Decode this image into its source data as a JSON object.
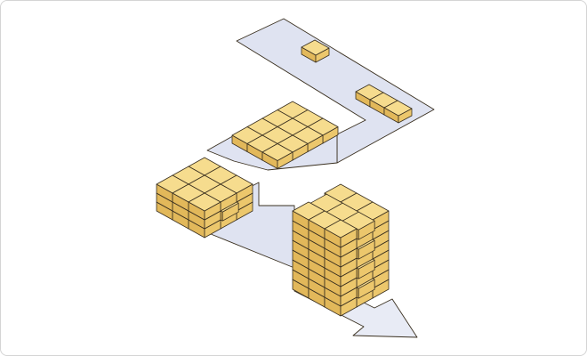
{
  "colors": {
    "box_top": "#f6dc8e",
    "box_side": "#ecc76c",
    "box_front": "#e2b85a",
    "outline": "#3a3020",
    "conveyor": "#dfe3f1",
    "conveyor_side": "#c9cfe4"
  },
  "pallets": [
    {
      "name": "pallet-in-buffer",
      "u": 3,
      "v": 3,
      "layers": 3
    },
    {
      "name": "pallet-full-stack",
      "u": 3,
      "v": 3,
      "layers": 8
    },
    {
      "name": "layer-forming-group",
      "u": 3,
      "v": 4,
      "layers": 1
    },
    {
      "name": "single-incoming-box",
      "u": 1,
      "v": 1,
      "layers": 1
    },
    {
      "name": "incoming-box-row",
      "u": 3,
      "v": 1,
      "layers": 1
    }
  ]
}
